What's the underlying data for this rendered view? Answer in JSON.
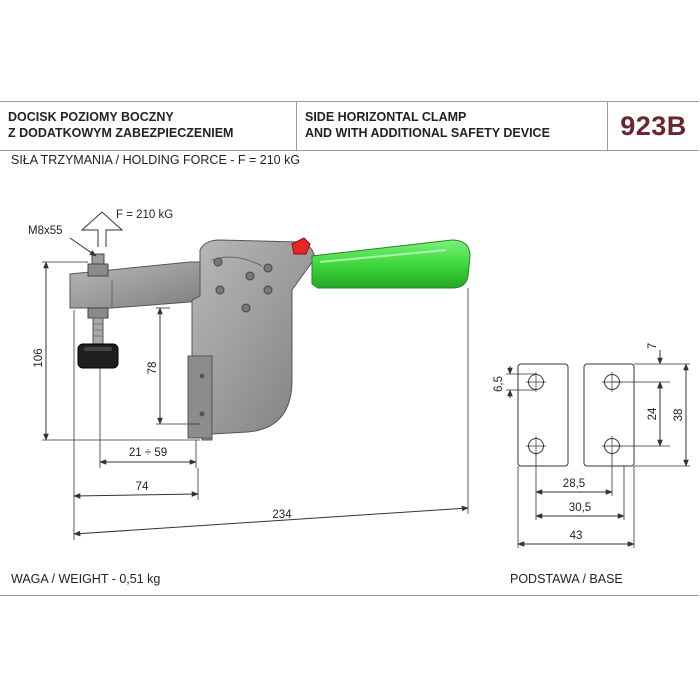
{
  "header": {
    "title_pl_line1": "DOCISK POZIOMY BOCZNY",
    "title_pl_line2": "Z DODATKOWYM ZABEZPIECZENIEM",
    "title_en_line1": "SIDE HORIZONTAL CLAMP",
    "title_en_line2": "AND WITH ADDITIONAL SAFETY DEVICE",
    "model_code": "923B"
  },
  "holding_force": "SIŁA TRZYMANIA / HOLDING FORCE - F = 210 kG",
  "drawing": {
    "force_label": "F = 210 kG",
    "thread_label": "M8x55",
    "dim_height_total": "106",
    "dim_height_spindle": "78",
    "dim_range": "21 ÷ 59",
    "dim_74": "74",
    "dim_234": "234",
    "colors": {
      "handle": "#44dd44",
      "safety_lever": "#ee2222",
      "body": "#9a9a9a",
      "lines": "#333333"
    }
  },
  "base_drawing": {
    "dim_hole": "6,5",
    "dim_7": "7",
    "dim_24": "24",
    "dim_38": "38",
    "dim_28_5": "28,5",
    "dim_30_5": "30,5",
    "dim_43": "43"
  },
  "footer": {
    "weight": "WAGA / WEIGHT - 0,51 kg",
    "base": "PODSTAWA / BASE"
  }
}
